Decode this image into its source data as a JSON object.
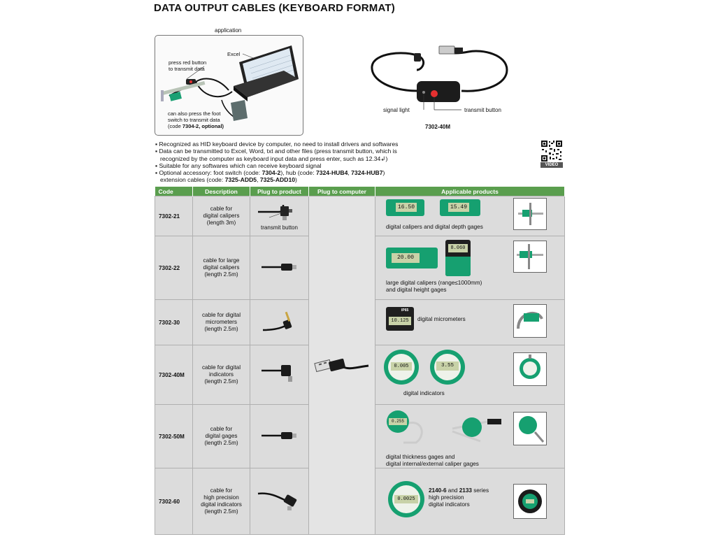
{
  "title": "DATA OUTPUT CABLES (KEYBOARD FORMAT)",
  "application": {
    "label": "application",
    "excel": "Excel",
    "press_red_line1": "press red button",
    "press_red_line2": "to transmit data",
    "foot_line1": "can also press the foot",
    "foot_line2": "switch to transmit data",
    "foot_line3a": "(code ",
    "foot_code": "7304-2",
    "foot_line3b": ", optional)"
  },
  "product": {
    "signal_light": "signal light",
    "transmit_button": "transmit button",
    "code": "7302-40M"
  },
  "bullets": {
    "b1": "Recognized as HID keyboard device by computer, no need to install drivers and softwares",
    "b2a": "Data can be transmitted to Excel, Word, txt and other files (press transmit button, which is",
    "b2b": "recognized by the computer as keyboard input data and press enter, such as 12.34↲)",
    "b3": "Suitable for any softwares which can receive keyboard signal",
    "b4_prefix": "Optional accessory: foot switch (code: ",
    "b4_fs": "7304-2",
    "b4_mid": "), hub (code: ",
    "b4_hub1": "7324-HUB4",
    "b4_sep": ", ",
    "b4_hub2": "7324-HUB7",
    "b4_end": ")",
    "b5_prefix": "extension cables (code: ",
    "b5_c1": "7325-ADD5",
    "b5_sep": ", ",
    "b5_c2": "7325-ADD10",
    "b5_end": ")"
  },
  "qr": {
    "label": "VIDEO"
  },
  "table": {
    "headers": {
      "code": "Code",
      "desc": "Description",
      "plug_product": "Plug to product",
      "plug_computer": "Plug to computer",
      "applicable": "Applicable products"
    },
    "rows": [
      {
        "code": "7302-21",
        "d1": "cable for",
        "d2": "digital calipers",
        "d3": "(length 3m)",
        "plug_note": "transmit button",
        "app1": "digital calipers and digital depth gages",
        "app2": "",
        "lcd1": "16.50",
        "lcd2": "15.49"
      },
      {
        "code": "7302-22",
        "d1": "cable for large",
        "d2": "digital calipers",
        "d3": "(length 2.5m)",
        "app1": "large digital calipers (range≤1000mm)",
        "app2": "and digital height gages",
        "lcd1": "20.00",
        "lcd2": "8.060"
      },
      {
        "code": "7302-30",
        "d1": "cable for digital",
        "d2": "micrometers",
        "d3": "(length 2.5m)",
        "app1": "digital  micrometers",
        "badge": "IP65",
        "lcd1": "10.125"
      },
      {
        "code": "7302-40M",
        "d1": "cable for digital",
        "d2": "indicators",
        "d3": "(length 2.5m)",
        "app1": "digital indicators",
        "lcd1": "0.005",
        "lcd2": "3.55"
      },
      {
        "code": "7302-50M",
        "d1": "cable for",
        "d2": "digital gages",
        "d3": "(length 2.5m)",
        "app1": "digital thickness gages and",
        "app2": "digital internal/external caliper gages",
        "lcd1": "0.255"
      },
      {
        "code": "7302-60",
        "d1": "cable for",
        "d2": "high precision",
        "d3": "digital indicators",
        "d4": "(length 2.5m)",
        "app_bold1": "2140-6",
        "app_and": " and ",
        "app_bold2": "2133",
        "app_series": " series",
        "app2": "high precision",
        "app3": "digital indicators",
        "lcd1": "0.0025"
      }
    ]
  },
  "colors": {
    "header_green": "#5a9e4e",
    "cell_grey": "#dcdcdc",
    "device_green": "#16a070",
    "signal_red": "#e53030"
  }
}
